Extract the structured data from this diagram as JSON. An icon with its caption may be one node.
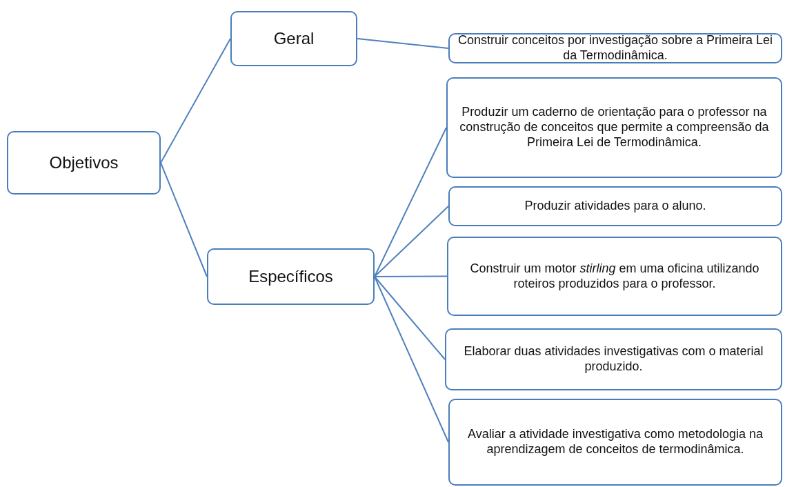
{
  "diagram": {
    "nodes": [
      {
        "text": [
          "Objetivos"
        ]
      },
      {
        "text": [
          "Geral"
        ]
      },
      {
        "text": [
          "Específicos"
        ]
      },
      {
        "text": [
          "Construir conceitos por investigação sobre a Primeira Lei da Termodinâmica."
        ]
      },
      {
        "text": [
          "Produzir um caderno de orientação para o professor na construção de conceitos que permite a compreensão da Primeira Lei de Termodinâmica."
        ]
      },
      {
        "text": [
          "Produzir atividades para o aluno."
        ]
      },
      {
        "text": [
          "Construir um motor *stirling* em uma oficina utilizando roteiros produzidos para o professor."
        ]
      },
      {
        "text": [
          "Elaborar duas atividades investigativas com o material produzido."
        ]
      },
      {
        "text": [
          "Avaliar a atividade investigativa como metodologia na aprendizagem de conceitos de termodinâmica."
        ]
      }
    ],
    "edges": [
      {
        "from": 0,
        "to": 1,
        "arrow": "none"
      },
      {
        "from": 0,
        "to": 2,
        "arrow": "none"
      },
      {
        "from": 1,
        "to": 3,
        "arrow": "none"
      },
      {
        "from": 2,
        "to": 4,
        "arrow": "none"
      },
      {
        "from": 2,
        "to": 5,
        "arrow": "none"
      },
      {
        "from": 2,
        "to": 6,
        "arrow": "none"
      },
      {
        "from": 2,
        "to": 7,
        "arrow": "none"
      },
      {
        "from": 2,
        "to": 8,
        "arrow": "none"
      }
    ]
  }
}
